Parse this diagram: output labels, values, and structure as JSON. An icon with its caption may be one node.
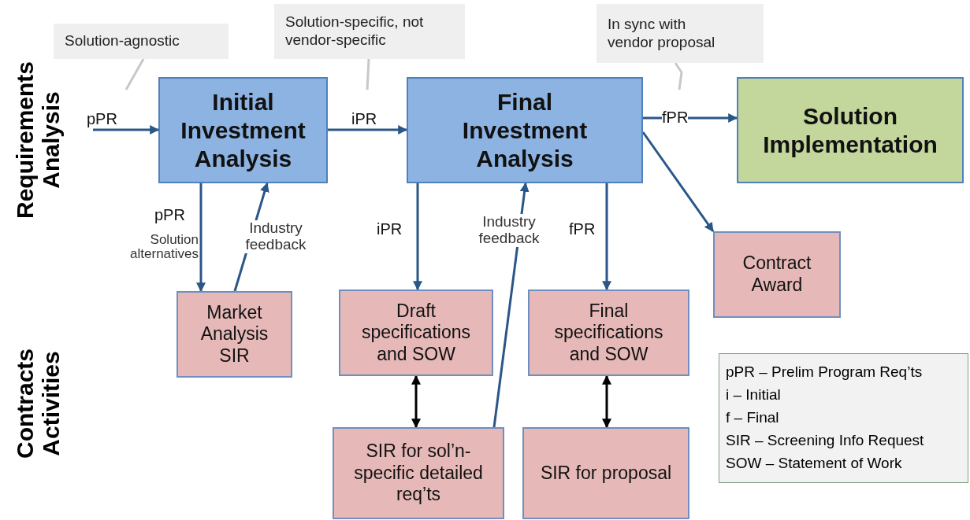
{
  "diagram": {
    "nodes": [
      {
        "text": [
          "Solution-agnostic"
        ]
      },
      {
        "text": [
          "Solution-specific, not vendor-specific"
        ]
      },
      {
        "text": [
          "In sync with vendor proposal"
        ]
      },
      {
        "text": [
          "Initial Investment Analysis"
        ]
      },
      {
        "text": [
          "Final Investment Analysis"
        ]
      },
      {
        "text": [
          "Solution Implementation"
        ]
      },
      {
        "text": [
          "Contract Award"
        ]
      },
      {
        "text": [
          "Market Analysis SIR"
        ]
      },
      {
        "text": [
          "Draft specifications and SOW"
        ]
      },
      {
        "text": [
          "Final specifications and SOW"
        ]
      },
      {
        "text": [
          "SIR for sol’n-specific detailed req’ts"
        ]
      },
      {
        "text": [
          "SIR for proposal"
        ]
      }
    ],
    "edges": [
      {
        "from": null,
        "to": 3,
        "arrow": "to",
        "label": "pPR"
      },
      {
        "from": 3,
        "to": 4,
        "arrow": "to",
        "label": "iPR"
      },
      {
        "from": 4,
        "to": 5,
        "arrow": "to",
        "label": "fPR"
      },
      {
        "from": 4,
        "to": 6,
        "arrow": "to"
      },
      {
        "from": 3,
        "to": 7,
        "arrow": "to",
        "label": "pPR"
      },
      {
        "from": 7,
        "to": 3,
        "arrow": "to",
        "label": "Industry feedback"
      },
      {
        "from": 4,
        "to": 8,
        "arrow": "to",
        "label": "iPR"
      },
      {
        "from": 10,
        "to": 4,
        "arrow": "to",
        "label": "Industry feedback"
      },
      {
        "from": 4,
        "to": 9,
        "arrow": "to",
        "label": "fPR"
      },
      {
        "from": 8,
        "to": 10,
        "arrow": "both",
        "color": "#000000"
      },
      {
        "from": 9,
        "to": 11,
        "arrow": "both",
        "color": "#000000"
      },
      {
        "from": 0,
        "to": null,
        "arrow": "none",
        "color": "#c8c8c8"
      },
      {
        "from": 1,
        "to": null,
        "arrow": "none",
        "color": "#c8c8c8"
      },
      {
        "from": 2,
        "to": null,
        "arrow": "none",
        "color": "#c8c8c8"
      }
    ],
    "labels": [
      "Requirements Analysis",
      "Contracts Activities",
      "Solution alternatives",
      "pPR – Prelim Program Req’ts",
      "i – Initial",
      "f – Final",
      "SIR – Screening Info Request",
      "SOW – Statement of Work"
    ]
  }
}
